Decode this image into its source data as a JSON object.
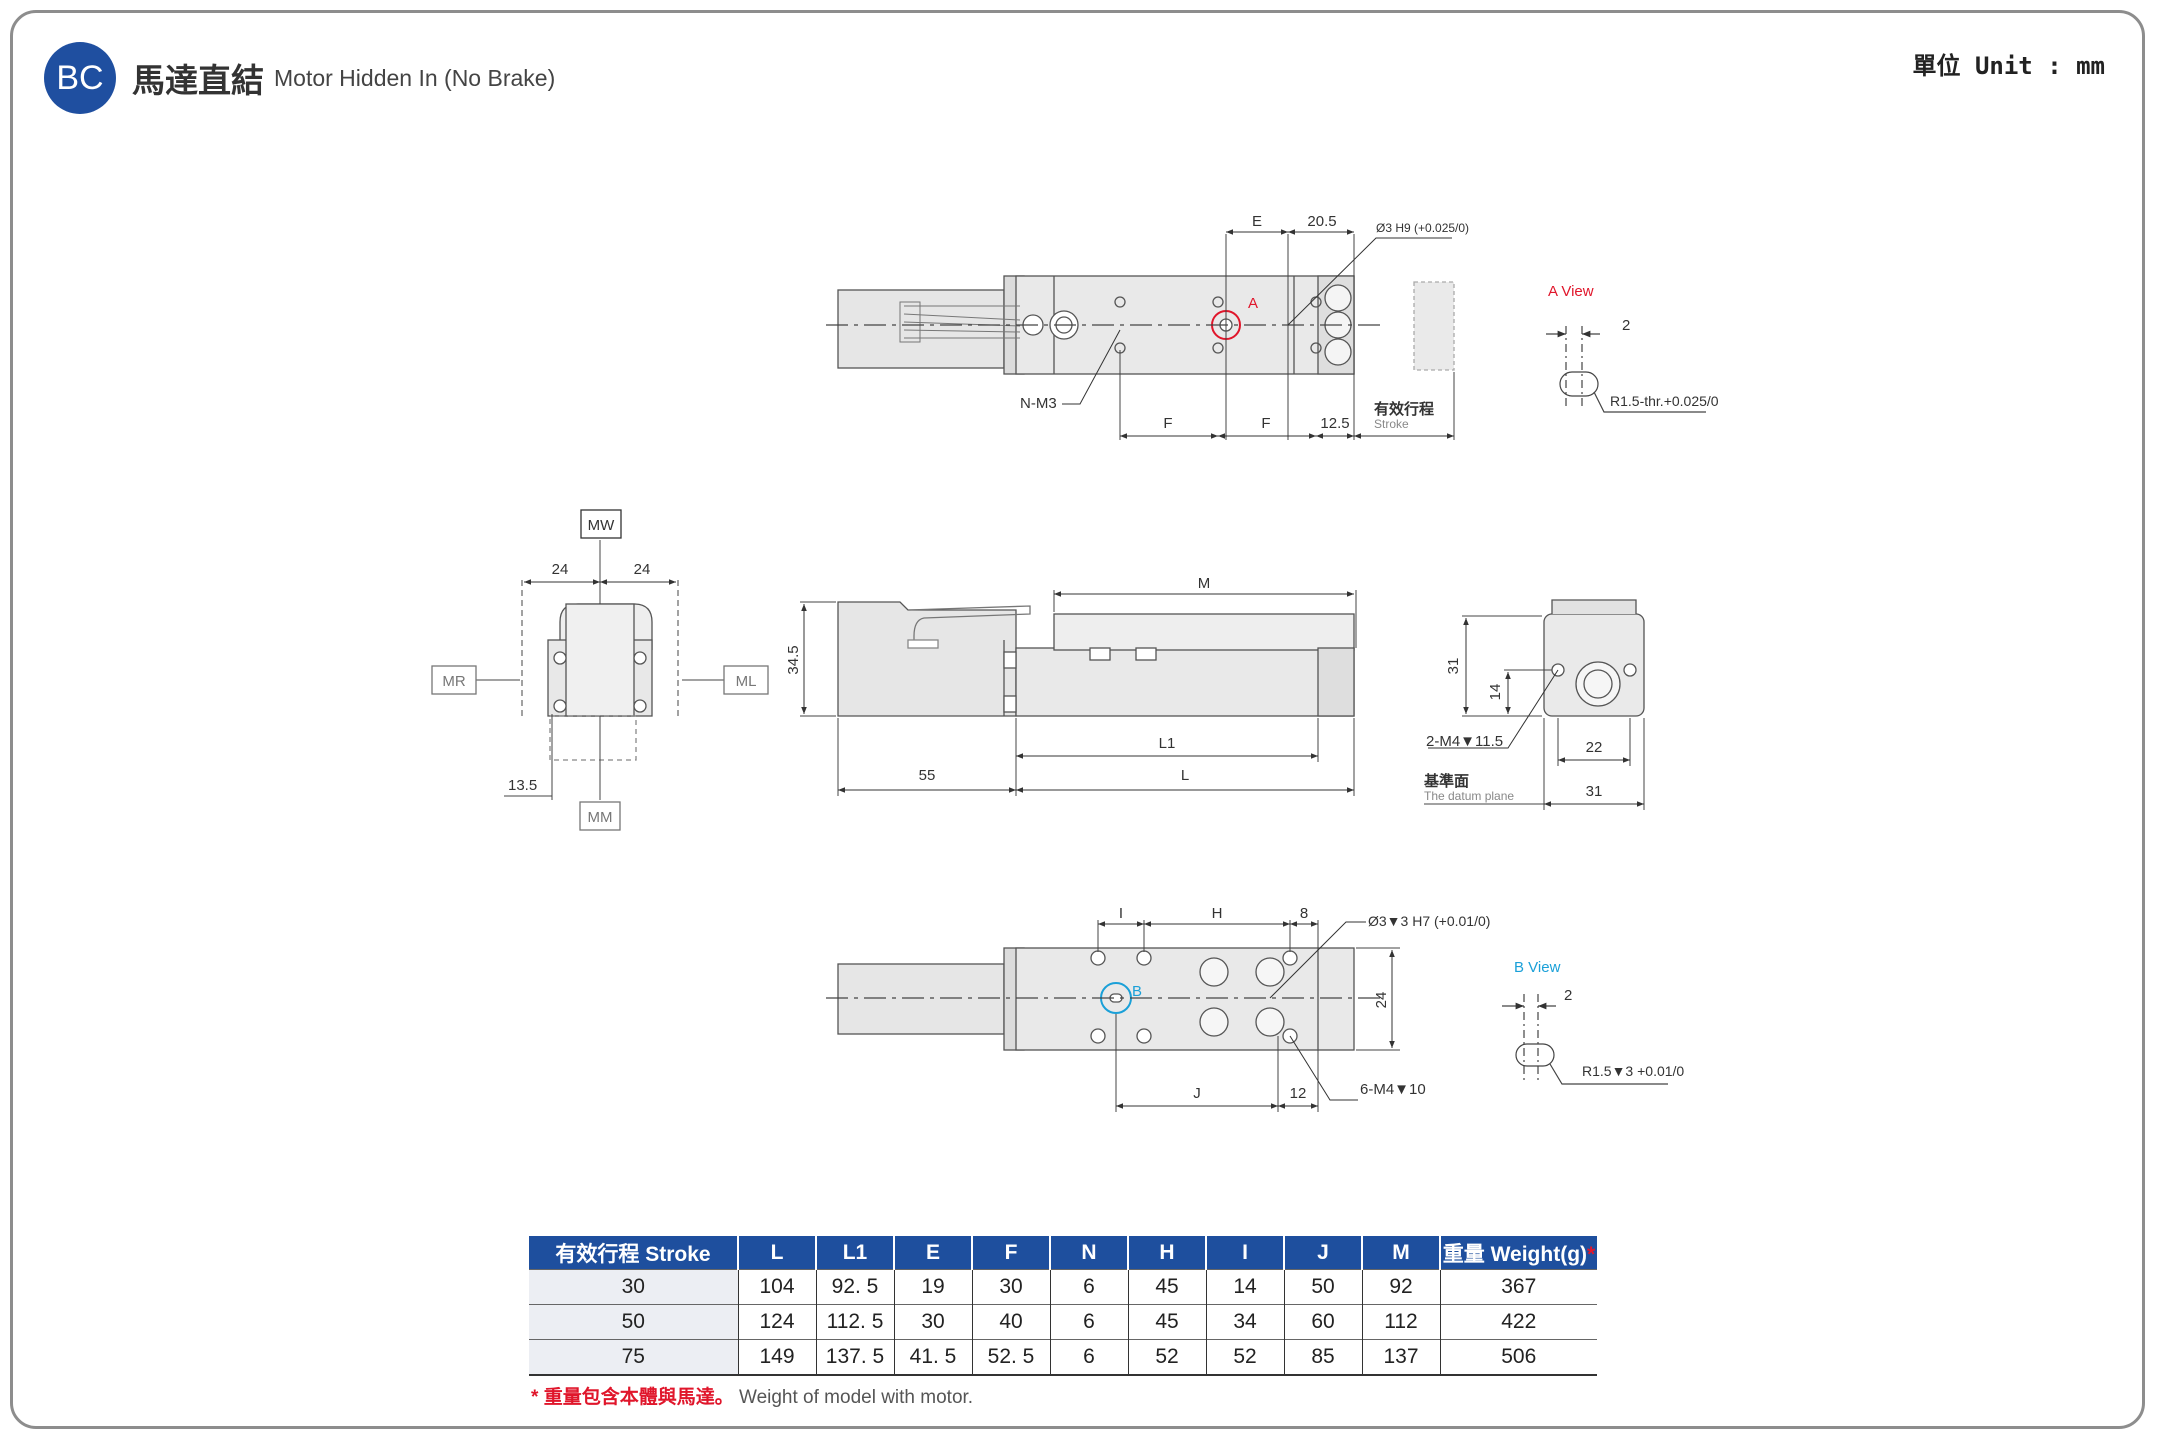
{
  "header": {
    "badge": "BC",
    "title_zh": "馬達直結",
    "title_en": "Motor Hidden In (No Brake)",
    "unit": "單位 Unit : mm"
  },
  "drawing": {
    "top_view": {
      "E": "E",
      "d20_5": "20.5",
      "hole": "Ø3 H9 (+0.025/0)",
      "marker_a": "A",
      "nm3": "N-M3",
      "F1": "F",
      "F2": "F",
      "d12_5": "12.5",
      "stroke_zh": "有效行程",
      "stroke_en": "Stroke"
    },
    "a_view": {
      "title": "A View",
      "d2": "2",
      "slot": "R1.5-thr.+0.025/0"
    },
    "end_view": {
      "MW": "MW",
      "d24a": "24",
      "d24b": "24",
      "MR": "MR",
      "ML": "ML",
      "d13_5": "13.5",
      "MM": "MM"
    },
    "side_view": {
      "M": "M",
      "d34_5": "34.5",
      "L1": "L1",
      "d55": "55",
      "L": "L"
    },
    "right_view": {
      "d31v": "31",
      "d14": "14",
      "m4": "2-M4▼11.5",
      "d22": "22",
      "datum_zh": "基準面",
      "datum_en": "The datum plane",
      "d31h": "31"
    },
    "bottom_view": {
      "I": "I",
      "H": "H",
      "d8": "8",
      "hole": "Ø3▼3 H7 (+0.01/0)",
      "marker_b": "B",
      "d24": "24",
      "J": "J",
      "d12": "12",
      "m4": "6-M4▼10"
    },
    "b_view": {
      "title": "B View",
      "d2": "2",
      "slot": "R1.5▼3 +0.01/0"
    }
  },
  "table": {
    "headers": [
      "有效行程 Stroke",
      "L",
      "L1",
      "E",
      "F",
      "N",
      "H",
      "I",
      "J",
      "M",
      "重量 Weight(g)"
    ],
    "weight_star": "*",
    "rows": [
      [
        "30",
        "104",
        "92. 5",
        "19",
        "30",
        "6",
        "45",
        "14",
        "50",
        "92",
        "367"
      ],
      [
        "50",
        "124",
        "112. 5",
        "30",
        "40",
        "6",
        "45",
        "34",
        "60",
        "112",
        "422"
      ],
      [
        "75",
        "149",
        "137. 5",
        "41. 5",
        "52. 5",
        "6",
        "52",
        "52",
        "85",
        "137",
        "506"
      ]
    ]
  },
  "note": {
    "star": "*",
    "zh": "重量包含本體與馬達。",
    "en": "Weight of model with motor."
  },
  "colors": {
    "brand_blue": "#1f4fa0",
    "marker_red": "#e0162b",
    "marker_blue": "#1aa0d8"
  }
}
